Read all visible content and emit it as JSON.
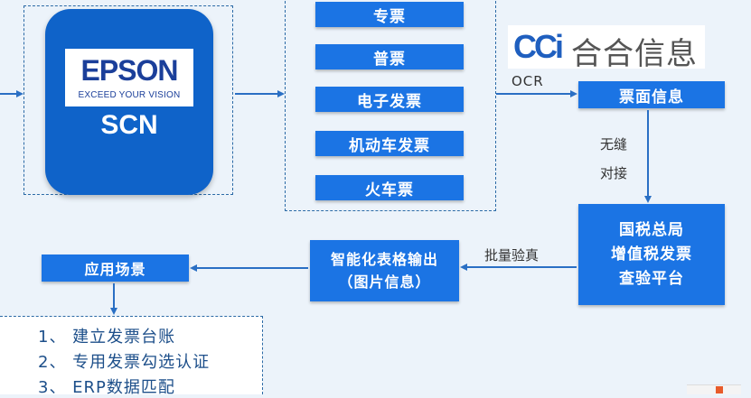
{
  "app_icon": {
    "brand": "EPSON",
    "tagline": "EXCEED YOUR VISION",
    "product": "SCN"
  },
  "ticket_types": [
    "专票",
    "普票",
    "电子发票",
    "机动车发票",
    "火车票"
  ],
  "ocr_logo": {
    "mark": "CCi",
    "name": "合合信息"
  },
  "ocr_label": "OCR",
  "face_info": "票面信息",
  "seamless_line1": "无缝",
  "seamless_line2": "对接",
  "tax_line1": "国税总局",
  "tax_line2": "增值税发票",
  "tax_line3": "查验平台",
  "batch_label": "批量验真",
  "output_line1": "智能化表格输出",
  "output_line2": "（图片信息）",
  "scene": "应用场景",
  "scenarios": [
    "1、 建立发票台账",
    "2、 专用发票勾选认证",
    "3、 ERP数据匹配"
  ],
  "colors": {
    "box": "#1b74e4",
    "arrow": "#2a6fc4",
    "background": "#ecf3fa"
  }
}
